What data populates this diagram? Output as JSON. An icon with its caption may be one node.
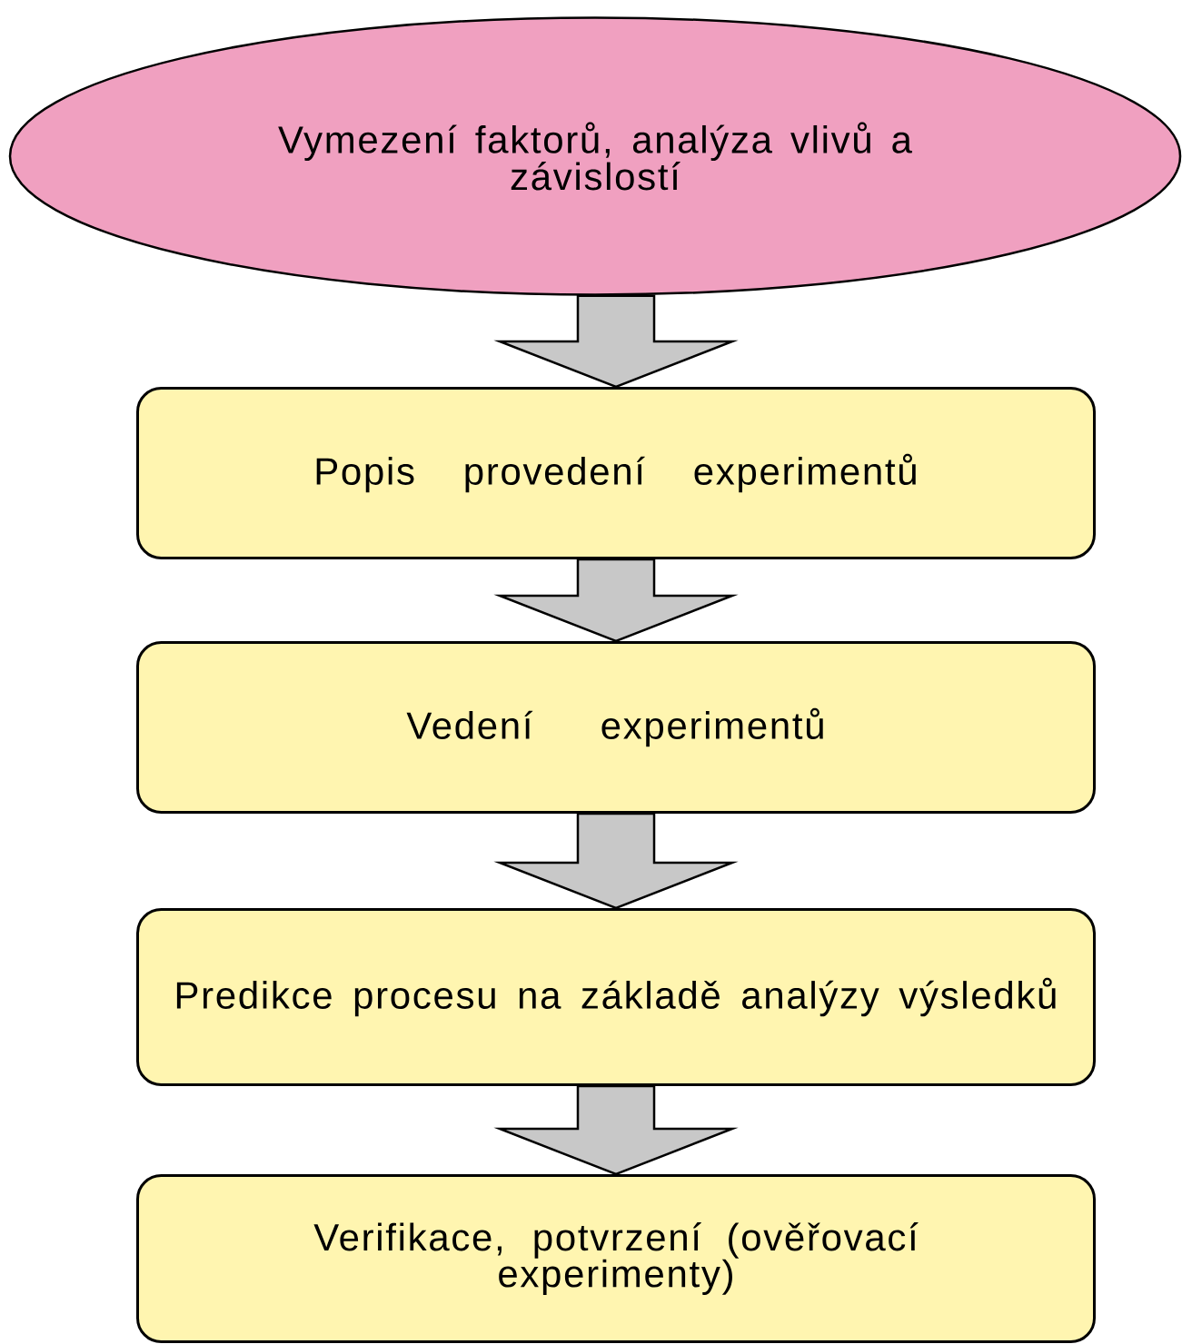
{
  "diagram": {
    "nodes": [
      {
        "text": [
          "Vymezení faktorů, analýza vlivů a závislostí"
        ]
      },
      {
        "text": [
          "Popis provedení experimentů"
        ]
      },
      {
        "text": [
          "Vedení experimentů"
        ]
      },
      {
        "text": [
          "Predikce procesu na základě analýzy výsledků"
        ]
      },
      {
        "text": [
          "Verifikace, potvrzení (ověřovací experimenty)"
        ]
      }
    ],
    "edges": [
      {
        "from": 0,
        "to": 1,
        "arrow": "to"
      },
      {
        "from": 1,
        "to": 2,
        "arrow": "to"
      },
      {
        "from": 2,
        "to": 3,
        "arrow": "to"
      },
      {
        "from": 3,
        "to": 4,
        "arrow": "to"
      }
    ]
  }
}
